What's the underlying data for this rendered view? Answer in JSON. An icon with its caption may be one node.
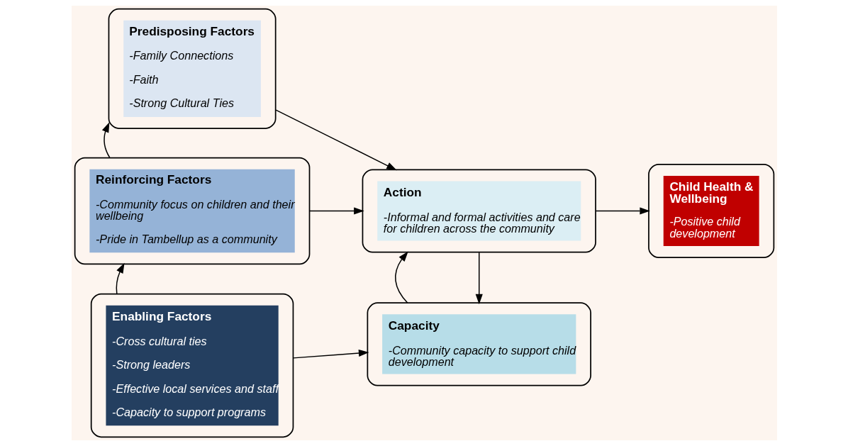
{
  "diagram": {
    "nodes": [
      {
        "text": [
          "Predisposing Factors",
          "-Family Connections",
          "-Faith",
          "-Strong Cultural Ties"
        ]
      },
      {
        "text": [
          "Reinforcing Factors",
          "-Community focus on children and their wellbeing",
          "-Pride in Tambellup as a community"
        ]
      },
      {
        "text": [
          "Enabling Factors",
          "-Cross cultural ties",
          "-Strong leaders",
          "-Effective local services and staff",
          "-Capacity to support programs"
        ]
      },
      {
        "text": [
          "Action",
          "-Informal and formal activities and care for children across the community"
        ]
      },
      {
        "text": [
          "Capacity",
          "-Community capacity to support child development"
        ]
      },
      {
        "text": [
          "Child Health & Wellbeing",
          "-Positive child development"
        ]
      }
    ],
    "edges": [
      {
        "from": 0,
        "to": 3,
        "arrow": "to"
      },
      {
        "from": 1,
        "to": 0,
        "arrow": "to"
      },
      {
        "from": 1,
        "to": 3,
        "arrow": "to"
      },
      {
        "from": 2,
        "to": 1,
        "arrow": "to"
      },
      {
        "from": 2,
        "to": 4,
        "arrow": "to"
      },
      {
        "from": 3,
        "to": 4,
        "arrow": "to"
      },
      {
        "from": 4,
        "to": 3,
        "arrow": "to"
      },
      {
        "from": 3,
        "to": 5,
        "arrow": "to"
      }
    ]
  }
}
